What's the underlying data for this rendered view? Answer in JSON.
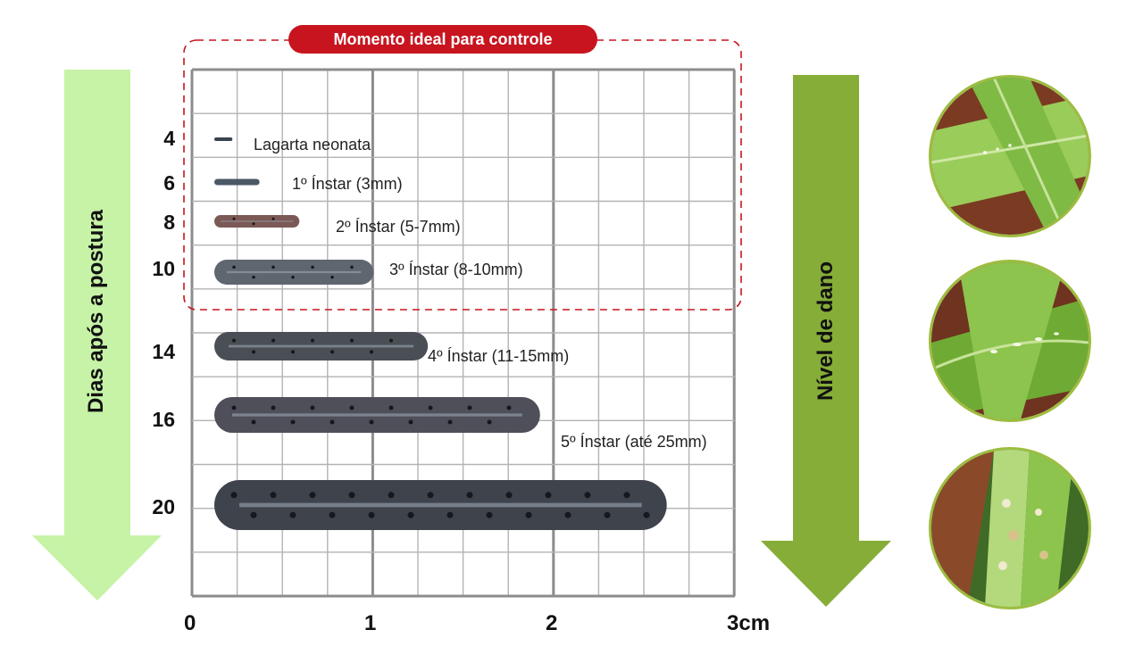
{
  "title": "Momento ideal para controle",
  "left_arrow": {
    "label": "Dias após a postura",
    "color": "#c6f3a6"
  },
  "right_arrow": {
    "label": "Nível de dano",
    "color": "#86ad38"
  },
  "accent_color": "#c8141f",
  "days": [
    "4",
    "6",
    "8",
    "10",
    "14",
    "16",
    "20"
  ],
  "x_axis": {
    "ticks": [
      "0",
      "1",
      "2",
      "3cm"
    ]
  },
  "stages": [
    {
      "day": "4",
      "label": "Lagarta neonata",
      "length_cm": 0.1
    },
    {
      "day": "6",
      "label": "1º Ínstar (3mm)",
      "length_cm": 0.25
    },
    {
      "day": "8",
      "label": "2º Ínstar (5-7mm)",
      "length_cm": 0.47
    },
    {
      "day": "10",
      "label": "3º Ínstar (8-10mm)",
      "length_cm": 0.88
    },
    {
      "day": "14",
      "label": "4º Ínstar (11-15mm)",
      "length_cm": 1.18
    },
    {
      "day": "16",
      "label": "5º Ínstar (até 25mm)",
      "length_cm": 1.8
    },
    {
      "day": "20",
      "label": "",
      "length_cm": 2.5
    }
  ],
  "damage_photos": [
    "low-damage-leaf-photo",
    "medium-damage-leaf-photo",
    "high-damage-leaf-photo"
  ]
}
